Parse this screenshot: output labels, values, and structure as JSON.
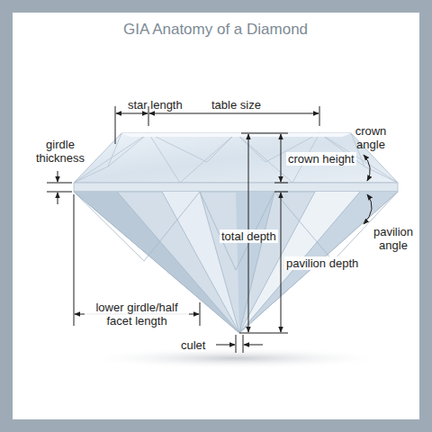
{
  "diagram": {
    "title": "GIA Anatomy of a Diamond",
    "labels": [
      "star length",
      "table size",
      "girdle thickness",
      "crown angle",
      "crown height",
      "total depth",
      "pavilion angle",
      "pavilion depth",
      "lower girdle/half facet length",
      "culet"
    ]
  }
}
